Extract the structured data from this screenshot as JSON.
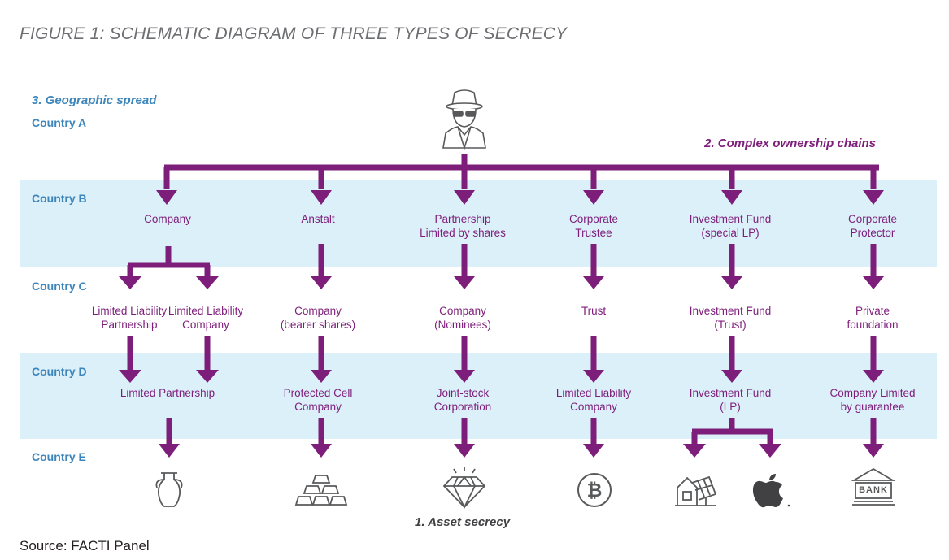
{
  "title": "FIGURE 1: SCHEMATIC DIAGRAM OF THREE TYPES OF SECRECY",
  "labels": {
    "geographic": "3. Geographic spread",
    "complex": "2. Complex ownership chains",
    "asset": "1. Asset secrecy"
  },
  "countries": [
    "Country A",
    "Country B",
    "Country C",
    "Country D",
    "Country E"
  ],
  "nodes": {
    "b": [
      [
        "Company"
      ],
      [
        "Anstalt"
      ],
      [
        "Partnership",
        "Limited by shares"
      ],
      [
        "Corporate",
        "Trustee"
      ],
      [
        "Investment Fund",
        "(special LP)"
      ],
      [
        "Corporate",
        "Protector"
      ]
    ],
    "c": [
      [
        "Limited Liability",
        "Partnership"
      ],
      [
        "Limited Liability",
        "Company"
      ],
      [
        "Company",
        "(bearer shares)"
      ],
      [
        "Company",
        "(Nominees)"
      ],
      [
        "Trust"
      ],
      [
        "Investment Fund",
        "(Trust)"
      ],
      [
        "Private",
        "foundation"
      ]
    ],
    "d": [
      [
        "Limited Partnership"
      ],
      [
        "Protected Cell",
        "Company"
      ],
      [
        "Joint-stock",
        "Corporation"
      ],
      [
        "Limited Liability",
        "Company"
      ],
      [
        "Investment Fund",
        "(LP)"
      ],
      [
        "Company Limited",
        "by guarantee"
      ]
    ]
  },
  "icons": [
    "spy-icon",
    "vase-icon",
    "gold-bars-icon",
    "diamond-icon",
    "bitcoin-icon",
    "real-estate-icon",
    "apple-icon",
    "bank-icon"
  ],
  "bank_text": "BANK",
  "bitcoin_symbol": "₿",
  "source": "Source: FACTI Panel",
  "colors": {
    "arrow": "#7d1e7a",
    "band": "#dcf0fa",
    "country": "#3d86bb"
  }
}
